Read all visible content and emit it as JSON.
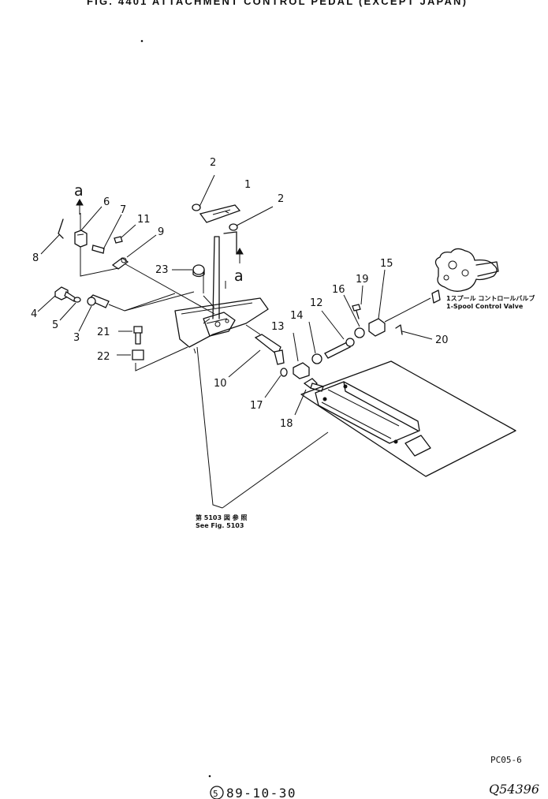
{
  "title": "FIG. 4401  ATTACHMENT  CONTROL  PEDAL   (EXCEPT  JAPAN)",
  "callouts": {
    "p1": "1",
    "p2a": "2",
    "p2b": "2",
    "p3": "3",
    "p4": "4",
    "p5": "5",
    "p6": "6",
    "p7": "7",
    "p8": "8",
    "p9": "9",
    "p10": "10",
    "p11": "11",
    "p12": "12",
    "p13": "13",
    "p14": "14",
    "p15": "15",
    "p16": "16",
    "p17": "17",
    "p18": "18",
    "p19": "19",
    "p20": "20",
    "p21": "21",
    "p22": "22",
    "p23": "23"
  },
  "ref_marks": {
    "a_top": "a",
    "a_mid": "a"
  },
  "valve_note": {
    "jp": "1スプール コントロールバルブ",
    "en": "1-Spool Control Valve"
  },
  "see_fig": {
    "jp": "第 5103 図 参 照",
    "en": "See Fig. 5103"
  },
  "footer": {
    "page_code": "PC05-6",
    "date": "89-10-30",
    "date_mark": "5",
    "serial": "Q54396"
  }
}
